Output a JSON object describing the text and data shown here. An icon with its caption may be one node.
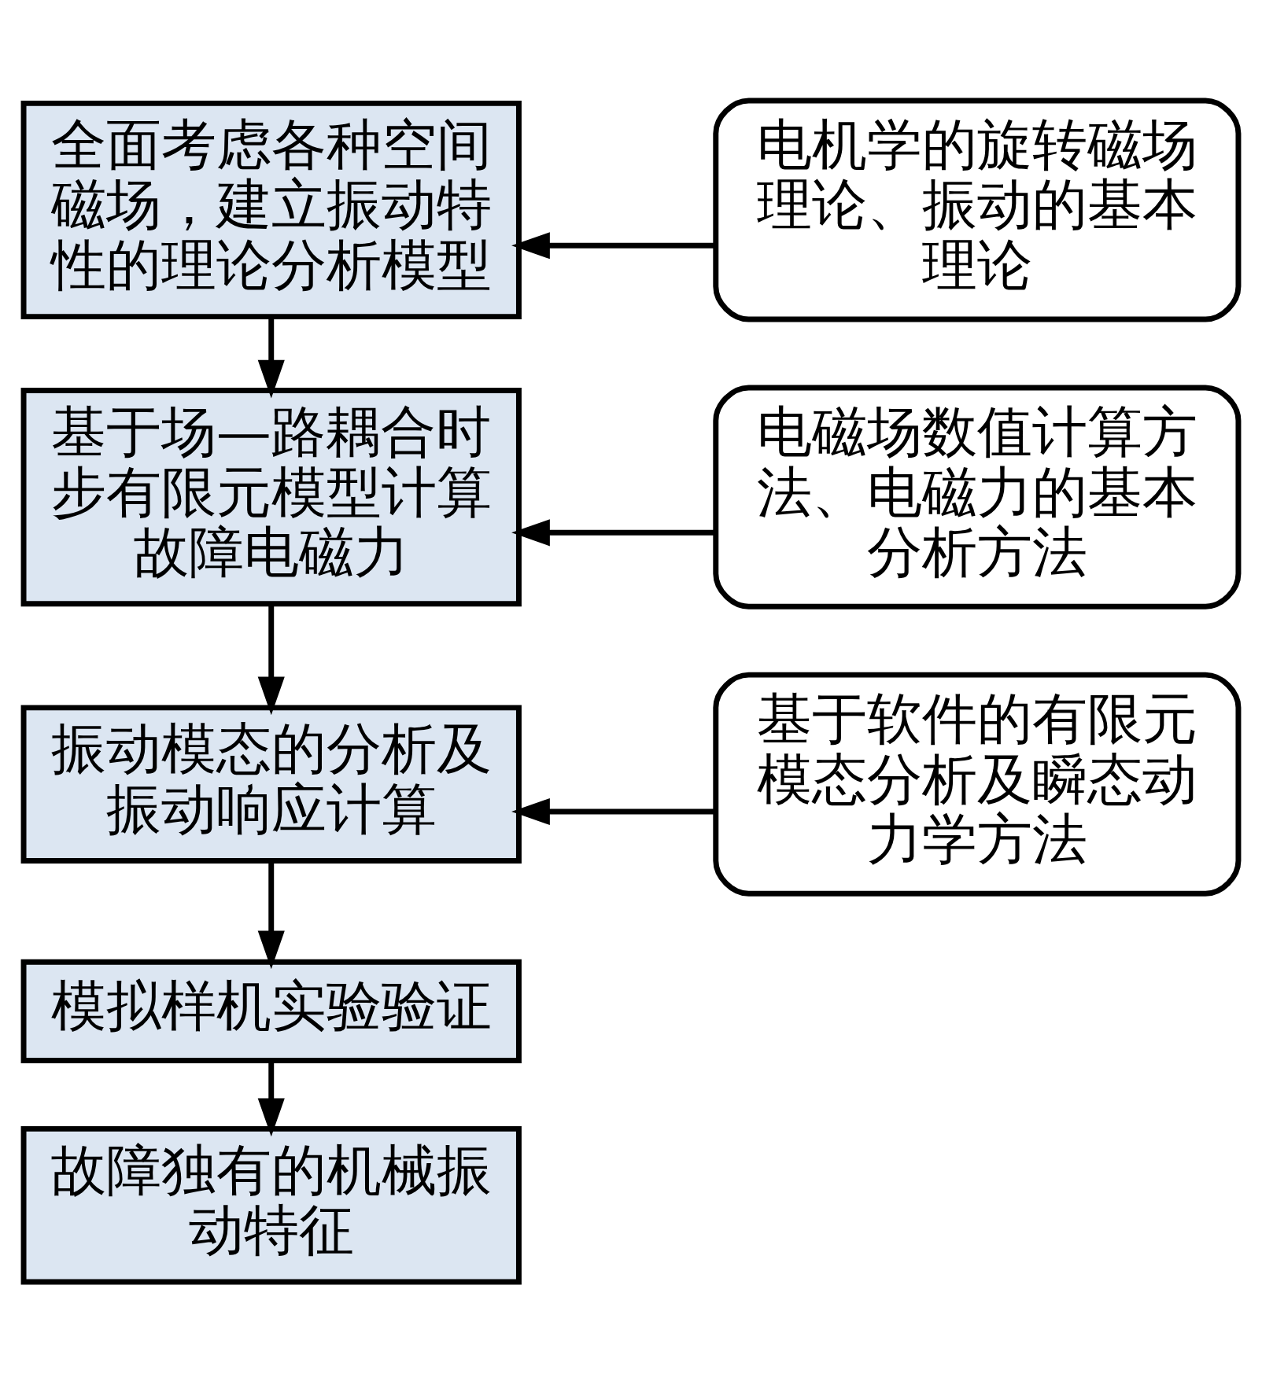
{
  "diagram": {
    "nodes": [
      {
        "text": [
          "全面考虑各种空间磁场，建立振动特性的理论分析模型"
        ]
      },
      {
        "text": [
          "基于场—路耦合时步有限元模型计算故障电磁力"
        ]
      },
      {
        "text": [
          "振动模态的分析及振动响应计算"
        ]
      },
      {
        "text": [
          "模拟样机实验验证"
        ]
      },
      {
        "text": [
          "故障独有的机械振动特征"
        ]
      },
      {
        "text": [
          "电机学的旋转磁场理论、振动的基本理论"
        ]
      },
      {
        "text": [
          "电磁场数值计算方法、电磁力的基本分析方法"
        ]
      },
      {
        "text": [
          "基于软件的有限元模态分析及瞬态动力学方法"
        ]
      }
    ],
    "edges": [
      {
        "from": 0,
        "to": 1,
        "arrow": "to"
      },
      {
        "from": 1,
        "to": 2,
        "arrow": "to"
      },
      {
        "from": 2,
        "to": 3,
        "arrow": "to"
      },
      {
        "from": 3,
        "to": 4,
        "arrow": "to"
      },
      {
        "from": 5,
        "to": 0,
        "arrow": "to"
      },
      {
        "from": 6,
        "to": 1,
        "arrow": "to"
      },
      {
        "from": 7,
        "to": 2,
        "arrow": "to"
      }
    ]
  }
}
